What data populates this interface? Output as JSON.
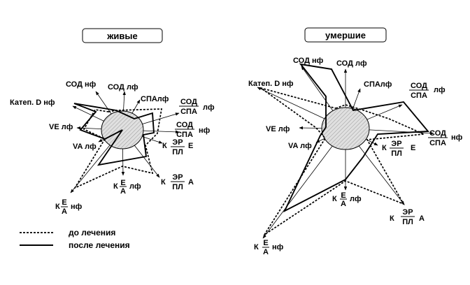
{
  "panels": [
    {
      "title": "живые"
    },
    {
      "title": "умершие"
    }
  ],
  "axis_labels": {
    "sod_nf": "СОД нф",
    "sod_lf": "СОД лф",
    "spa_lf": "СПАлф",
    "katep_nf": "Катеп. D нф",
    "ve_lf": "VE лф",
    "va_lf": "VA лф",
    "frac_top": "СОД",
    "frac_bottom": "СПА",
    "frac_lf_suffix": "лф",
    "frac_nf_suffix": "нф",
    "k": "К",
    "ea_top": "E",
    "ea_bottom": "A",
    "er_top": "ЭР",
    "er_bottom": "ПЛ",
    "suffix_e": "Е",
    "suffix_a": "А",
    "lf": "лф",
    "nf": "нф"
  },
  "legend": {
    "before": "до лечения",
    "after": "после лечения"
  }
}
